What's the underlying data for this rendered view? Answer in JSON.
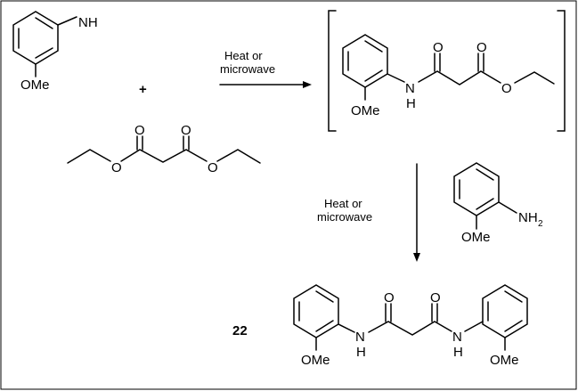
{
  "reagents": {
    "aniline": {
      "nh": "NH",
      "ome": "OMe"
    },
    "plus": "+",
    "malonate": {
      "o1": "O",
      "o2": "O",
      "o3": "O",
      "o4": "O"
    }
  },
  "step1": {
    "line1": "Heat or",
    "line2": "microwave"
  },
  "intermediate": {
    "n": "N",
    "h": "H",
    "o1": "O",
    "o2": "O",
    "o3": "O",
    "ome": "OMe"
  },
  "step2": {
    "line1": "Heat or",
    "line2": "microwave",
    "reagent": {
      "nh": "NH",
      "sub": "2",
      "ome": "OMe"
    }
  },
  "product": {
    "number": "22",
    "n1": "N",
    "h1": "H",
    "o1": "O",
    "o2": "O",
    "n2": "N",
    "h2": "H",
    "ome1": "OMe",
    "ome2": "OMe"
  }
}
